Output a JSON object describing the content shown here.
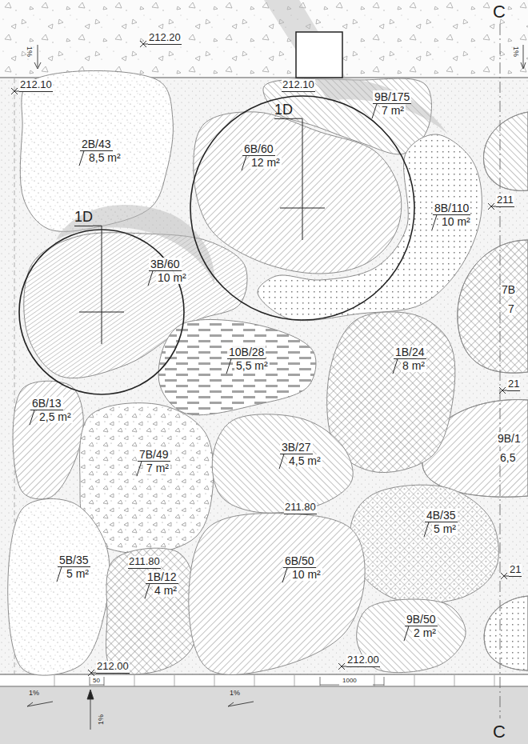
{
  "diagram": {
    "nodes": [
      {
        "text": [
          "9B/175",
          "7 m²"
        ]
      },
      {
        "text": [
          "1D"
        ]
      },
      {
        "text": [
          "2B/43",
          "8,5 m²"
        ]
      },
      {
        "text": [
          "6B/60",
          "12 m²"
        ]
      },
      {
        "text": [
          "8B/110",
          "10 m²"
        ]
      },
      {
        "text": [
          "1D"
        ]
      },
      {
        "text": [
          "3B/60",
          "10 m²"
        ]
      },
      {
        "text": [
          "10B/28",
          "5,5 m²"
        ]
      },
      {
        "text": [
          "1B/24",
          "8 m²"
        ]
      },
      {
        "text": [
          "6B/13",
          "2,5 m²"
        ]
      },
      {
        "text": [
          "7B/49",
          "7 m²"
        ]
      },
      {
        "text": [
          "3B/27",
          "4,5 m²"
        ]
      },
      {
        "text": [
          "4B/35",
          "5 m²"
        ]
      },
      {
        "text": [
          "5B/35",
          "5 m²"
        ]
      },
      {
        "text": [
          "1B/12",
          "4 m²"
        ]
      },
      {
        "text": [
          "6B/50",
          "10 m²"
        ]
      },
      {
        "text": [
          "9B/50",
          "2 m²"
        ]
      }
    ],
    "labels": [
      "212.20",
      "212.10",
      "212.10",
      "211",
      "21",
      "211.80",
      "211.80",
      "21",
      "212.00",
      "212.00",
      "50",
      "1000",
      "1%",
      "1%",
      "1%",
      "1%",
      "1%",
      "C",
      "C",
      "7B",
      "7",
      "9B/1",
      "6,5"
    ]
  }
}
